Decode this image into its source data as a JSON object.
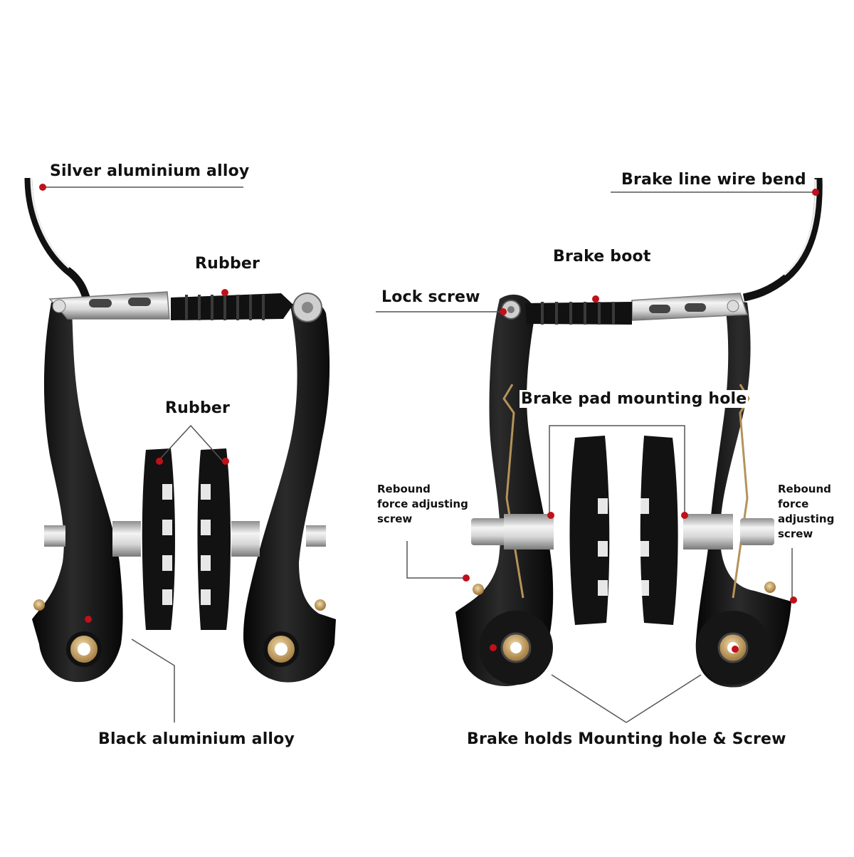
{
  "labels": {
    "silver_alloy": "Silver aluminium alloy",
    "rubber_top": "Rubber",
    "rubber_pads": "Rubber",
    "black_alloy": "Black aluminium alloy",
    "brake_line_bend": "Brake line wire bend",
    "brake_boot": "Brake boot",
    "lock_screw": "Lock screw",
    "pad_mount_hole": "Brake pad mounting hole",
    "rebound_left": "Rebound\nforce adjusting\nscrew",
    "rebound_right": "Rebound\nforce\nadjusting\nscrew",
    "mount_hole_screw": "Brake holds Mounting hole & Screw"
  },
  "colors": {
    "callout_dot": "#c0101a",
    "arm_black": "#141414",
    "silver": "#c9c9c9",
    "brass": "#c9a15a",
    "leader_line": "#333333"
  }
}
